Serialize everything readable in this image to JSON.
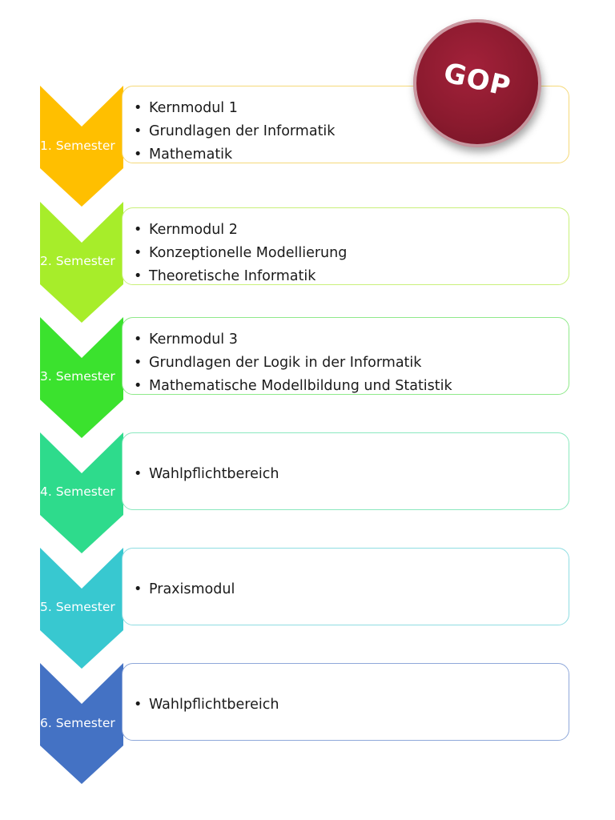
{
  "badge": {
    "text": "GOP",
    "color": "#8a1a2e"
  },
  "semesters": [
    {
      "label": "1. Semester",
      "color": "#FFBF00",
      "border": "#F5D97A",
      "items": [
        "Kernmodul 1",
        "Grundlagen der Informatik",
        "Mathematik"
      ]
    },
    {
      "label": "2. Semester",
      "color": "#A7ED2A",
      "border": "#C9F07A",
      "items": [
        "Kernmodul 2",
        "Konzeptionelle Modellierung",
        "Theoretische Informatik"
      ]
    },
    {
      "label": "3. Semester",
      "color": "#3BE22E",
      "border": "#8FE98A",
      "items": [
        "Kernmodul 3",
        "Grundlagen der Logik in der Informatik",
        "Mathematische Modellbildung und Statistik"
      ]
    },
    {
      "label": "4. Semester",
      "color": "#2EDB8C",
      "border": "#8BE8BF",
      "items": [
        "Wahlpflichtbereich"
      ]
    },
    {
      "label": "5. Semester",
      "color": "#38C8D0",
      "border": "#8FDDE2",
      "items": [
        "Praxismodul"
      ]
    },
    {
      "label": "6. Semester",
      "color": "#4472C4",
      "border": "#8FA8DA",
      "items": [
        "Wahlpflichtbereich"
      ]
    }
  ]
}
